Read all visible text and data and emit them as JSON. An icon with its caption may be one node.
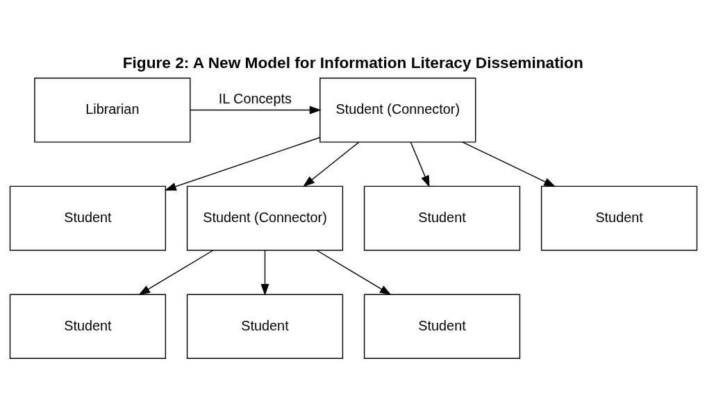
{
  "diagram": {
    "title": "Figure 2: A New Model for Information Literacy Dissemination",
    "nodes": [
      {
        "text": [
          "Librarian"
        ]
      },
      {
        "text": [
          "Student (Connector)"
        ]
      },
      {
        "text": [
          "Student"
        ]
      },
      {
        "text": [
          "Student (Connector)"
        ]
      },
      {
        "text": [
          "Student"
        ]
      },
      {
        "text": [
          "Student"
        ]
      },
      {
        "text": [
          "Student"
        ]
      },
      {
        "text": [
          "Student"
        ]
      },
      {
        "text": [
          "Student"
        ]
      }
    ],
    "edges": [
      {
        "from": 0,
        "to": 1,
        "arrow": "to",
        "label": "IL Concepts"
      },
      {
        "from": 1,
        "to": 2,
        "arrow": "to"
      },
      {
        "from": 1,
        "to": 3,
        "arrow": "to"
      },
      {
        "from": 1,
        "to": 4,
        "arrow": "to"
      },
      {
        "from": 1,
        "to": 5,
        "arrow": "to"
      },
      {
        "from": 3,
        "to": 6,
        "arrow": "to"
      },
      {
        "from": 3,
        "to": 7,
        "arrow": "to"
      },
      {
        "from": 3,
        "to": 8,
        "arrow": "to"
      }
    ]
  }
}
